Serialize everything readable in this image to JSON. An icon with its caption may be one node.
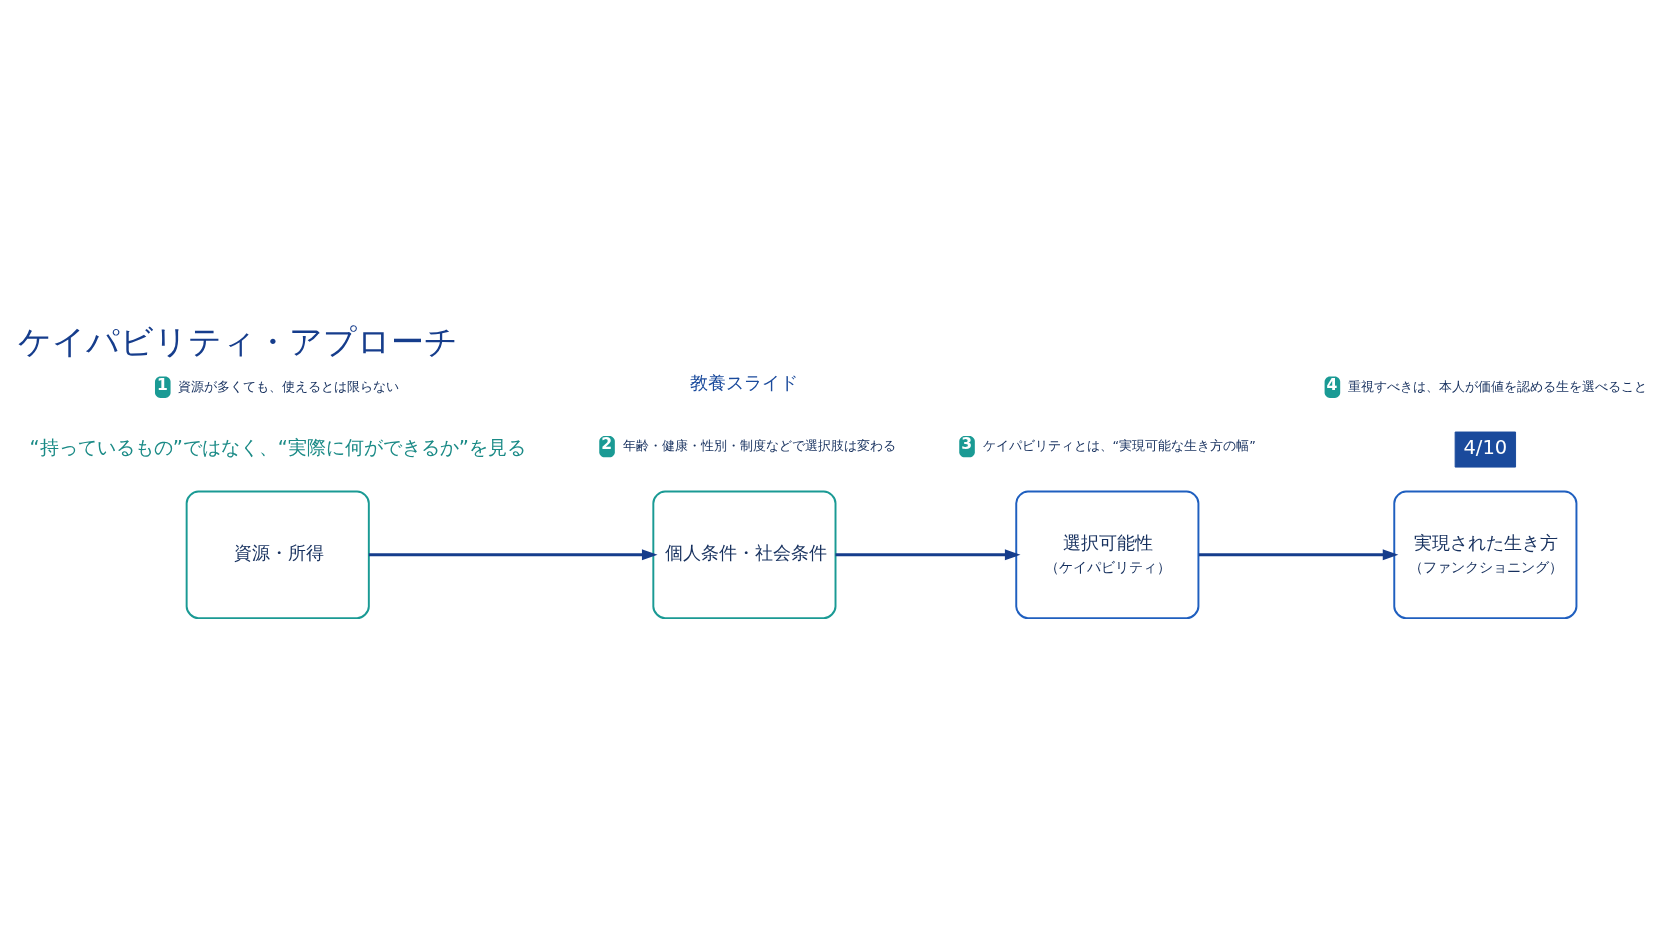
{
  "diagram": {
    "title": "ケイパビリティ・アプローチ",
    "nodes": [
      {
        "text": [
          "資源・所得"
        ]
      },
      {
        "text": [
          "個人条件・社会条件"
        ]
      },
      {
        "text": [
          "選択可能性",
          "（ケイパビリティ）"
        ]
      },
      {
        "text": [
          "実現された生き方",
          "（ファンクショニング）"
        ]
      }
    ],
    "edges": [
      {
        "from": 0,
        "to": 1,
        "arrow": "to"
      },
      {
        "from": 1,
        "to": 2,
        "arrow": "to"
      },
      {
        "from": 2,
        "to": 3,
        "arrow": "to"
      }
    ],
    "labels": [
      "4/10",
      "“持っているもの”ではなく、“実際に何ができるか”を見る",
      "1",
      "資源が多くても、使えるとは限らない",
      "2",
      "年齢・健康・性別・制度などで選択肢は変わる",
      "3",
      "ケイパビリティとは、“実現可能な生き方の幅”",
      "4",
      "重視すべきは、本人が価値を認める生を選べること",
      "教養スライド"
    ]
  }
}
